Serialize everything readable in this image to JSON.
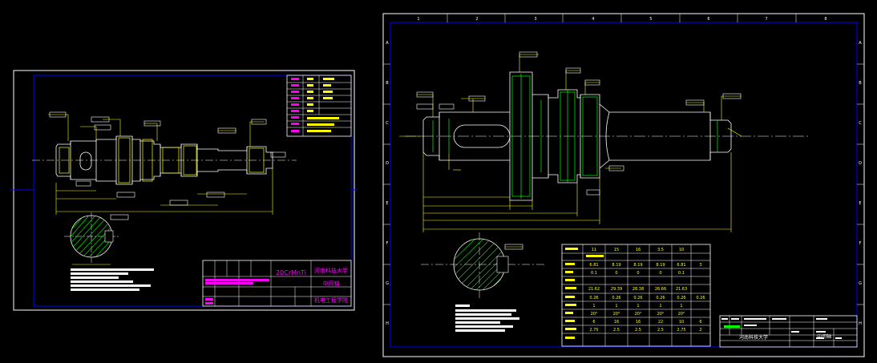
{
  "colors": {
    "background": "#000000",
    "frame": "#ffffff",
    "border": "#0000ff",
    "geometry": "#ffffff",
    "outline": "#00ff00",
    "dimension": "#ffff00",
    "hatch": "#00ff00",
    "title_text": "#ff00ff",
    "table_text": "#ffff00",
    "centerline": "#ffffff"
  },
  "left_sheet": {
    "material": "20CrMnTi",
    "university": "河南科技大学",
    "part_name": "中间轴",
    "school": "机电工程学院"
  },
  "right_sheet": {
    "top_ruler": [
      "1",
      "2",
      "3",
      "4",
      "5",
      "6",
      "7",
      "8"
    ],
    "side_ruler": [
      "A",
      "B",
      "C",
      "D",
      "E",
      "F",
      "G",
      "H"
    ],
    "part_name": "中间轴",
    "school": "河南科技大学",
    "gear_table": {
      "row1": [
        "11",
        "15",
        "16",
        "3.5",
        "10"
      ],
      "row2": [
        "6.81",
        "8.19",
        "8.19",
        "8.19",
        "6.81",
        "3"
      ],
      "row3": [
        "0.1",
        "0",
        "0",
        "0",
        "0.1"
      ],
      "row4": [
        "21.62",
        "29.39",
        "28.38",
        "26.66",
        "21.63"
      ],
      "row5": [
        "0.26",
        "0.26",
        "0.26",
        "0.26",
        "0.26",
        "0.26"
      ],
      "row6": [
        "1",
        "1",
        "1",
        "1",
        "1"
      ],
      "row7": [
        "20°",
        "20°",
        "20°",
        "20°",
        "20°"
      ],
      "row8": [
        "6",
        "16",
        "16",
        "22",
        "10",
        "6"
      ],
      "row9": [
        "2.75",
        "2.5",
        "2.5",
        "2.5",
        "2.75",
        "2"
      ]
    }
  }
}
